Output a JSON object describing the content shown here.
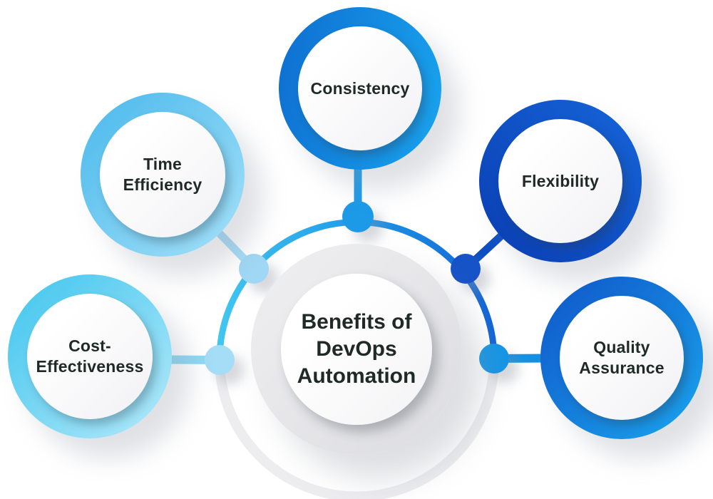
{
  "title": {
    "text": "Benefits of DevOps Automation",
    "lines": [
      "Benefits of",
      "DevOps",
      "Automation"
    ]
  },
  "nodes": [
    {
      "id": "time-efficiency",
      "label": "Time Efficiency",
      "lines": [
        "Time",
        "Efficiency"
      ],
      "ring": [
        "#49b8ec",
        "#a5e1f8"
      ],
      "dot": "#9fd7f4",
      "connector": "#a6dcf6"
    },
    {
      "id": "consistency",
      "label": "Consistency",
      "lines": [
        "Consistency"
      ],
      "ring": [
        "#0e6ed0",
        "#19a4ee"
      ],
      "dot": "#1e9ae8",
      "connector": "#1e9ae8"
    },
    {
      "id": "flexibility",
      "label": "Flexibility",
      "lines": [
        "Flexibility"
      ],
      "ring": [
        "#0a3db2",
        "#1565d8"
      ],
      "dot": "#1252c8",
      "connector": "#0d4ec2"
    },
    {
      "id": "cost-effectiveness",
      "label": "Cost-Effectiveness",
      "lines": [
        "Cost-",
        "Effectiveness"
      ],
      "ring": [
        "#3ec5ee",
        "#b5e9f9"
      ],
      "dot": "#a5dcf6",
      "connector": "#8ed8f4"
    },
    {
      "id": "quality-assurance",
      "label": "Quality Assurance",
      "lines": [
        "Quality",
        "Assurance"
      ],
      "ring": [
        "#0f55c8",
        "#1aa5ee"
      ],
      "dot": "#1795e5",
      "connector": "#1490e2"
    }
  ],
  "arc": {
    "gradient": [
      "#41c6f0",
      "#1e9ae8",
      "#1363d5"
    ],
    "bottom_color": "#ededf0"
  },
  "center_ring": [
    "#f0f0f2",
    "#dcdce0"
  ],
  "text_color": "#1f2a26"
}
